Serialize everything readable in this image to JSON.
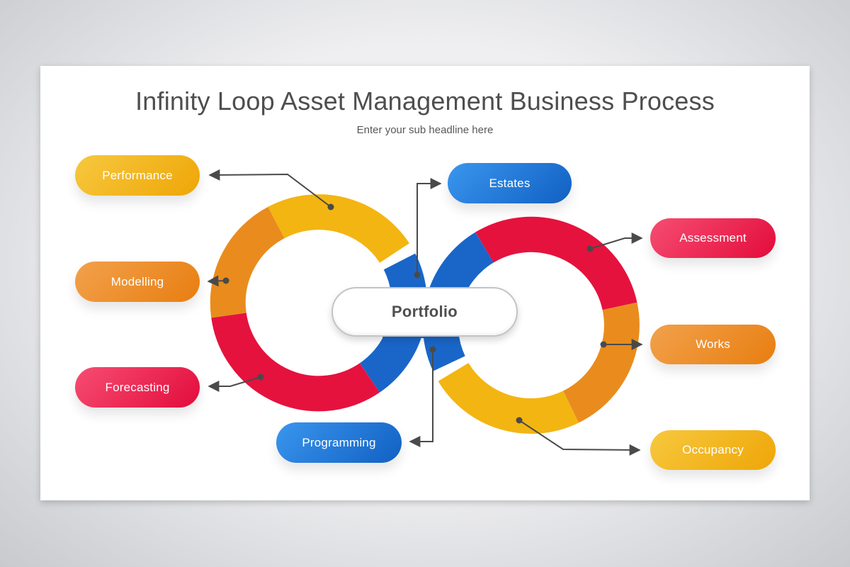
{
  "header": {
    "title": "Infinity Loop Asset Management Business Process",
    "subtitle": "Enter your sub headline here"
  },
  "center_node": {
    "label": "Portfolio"
  },
  "nodes": [
    {
      "label": "Performance",
      "color_name": "yellow",
      "side": "left"
    },
    {
      "label": "Modelling",
      "color_name": "orange",
      "side": "left"
    },
    {
      "label": "Forecasting",
      "color_name": "red",
      "side": "left"
    },
    {
      "label": "Estates",
      "color_name": "blue",
      "side": "top-center"
    },
    {
      "label": "Assessment",
      "color_name": "red",
      "side": "right"
    },
    {
      "label": "Works",
      "color_name": "orange",
      "side": "right"
    },
    {
      "label": "Occupancy",
      "color_name": "yellow",
      "side": "right"
    },
    {
      "label": "Programming",
      "color_name": "blue",
      "side": "bottom-center"
    }
  ],
  "palette": {
    "arc_yellow": "#F3B512",
    "arc_orange": "#E98C1D",
    "arc_red": "#E5123E",
    "arc_blue": "#1966C8",
    "pill_yellow_light": "#F7C83F",
    "pill_yellow_dark": "#EEA607",
    "pill_orange_light": "#F2A14C",
    "pill_orange_dark": "#E87E10",
    "pill_red_light": "#F64D72",
    "pill_red_dark": "#E30C3B",
    "pill_blue_light": "#3A96EE",
    "pill_blue_dark": "#1160C2",
    "connector": "#4A4A4A",
    "title_text": "#4E4E4E",
    "pill_text": "#FFFFFF",
    "canvas": "#FFFFFF"
  }
}
